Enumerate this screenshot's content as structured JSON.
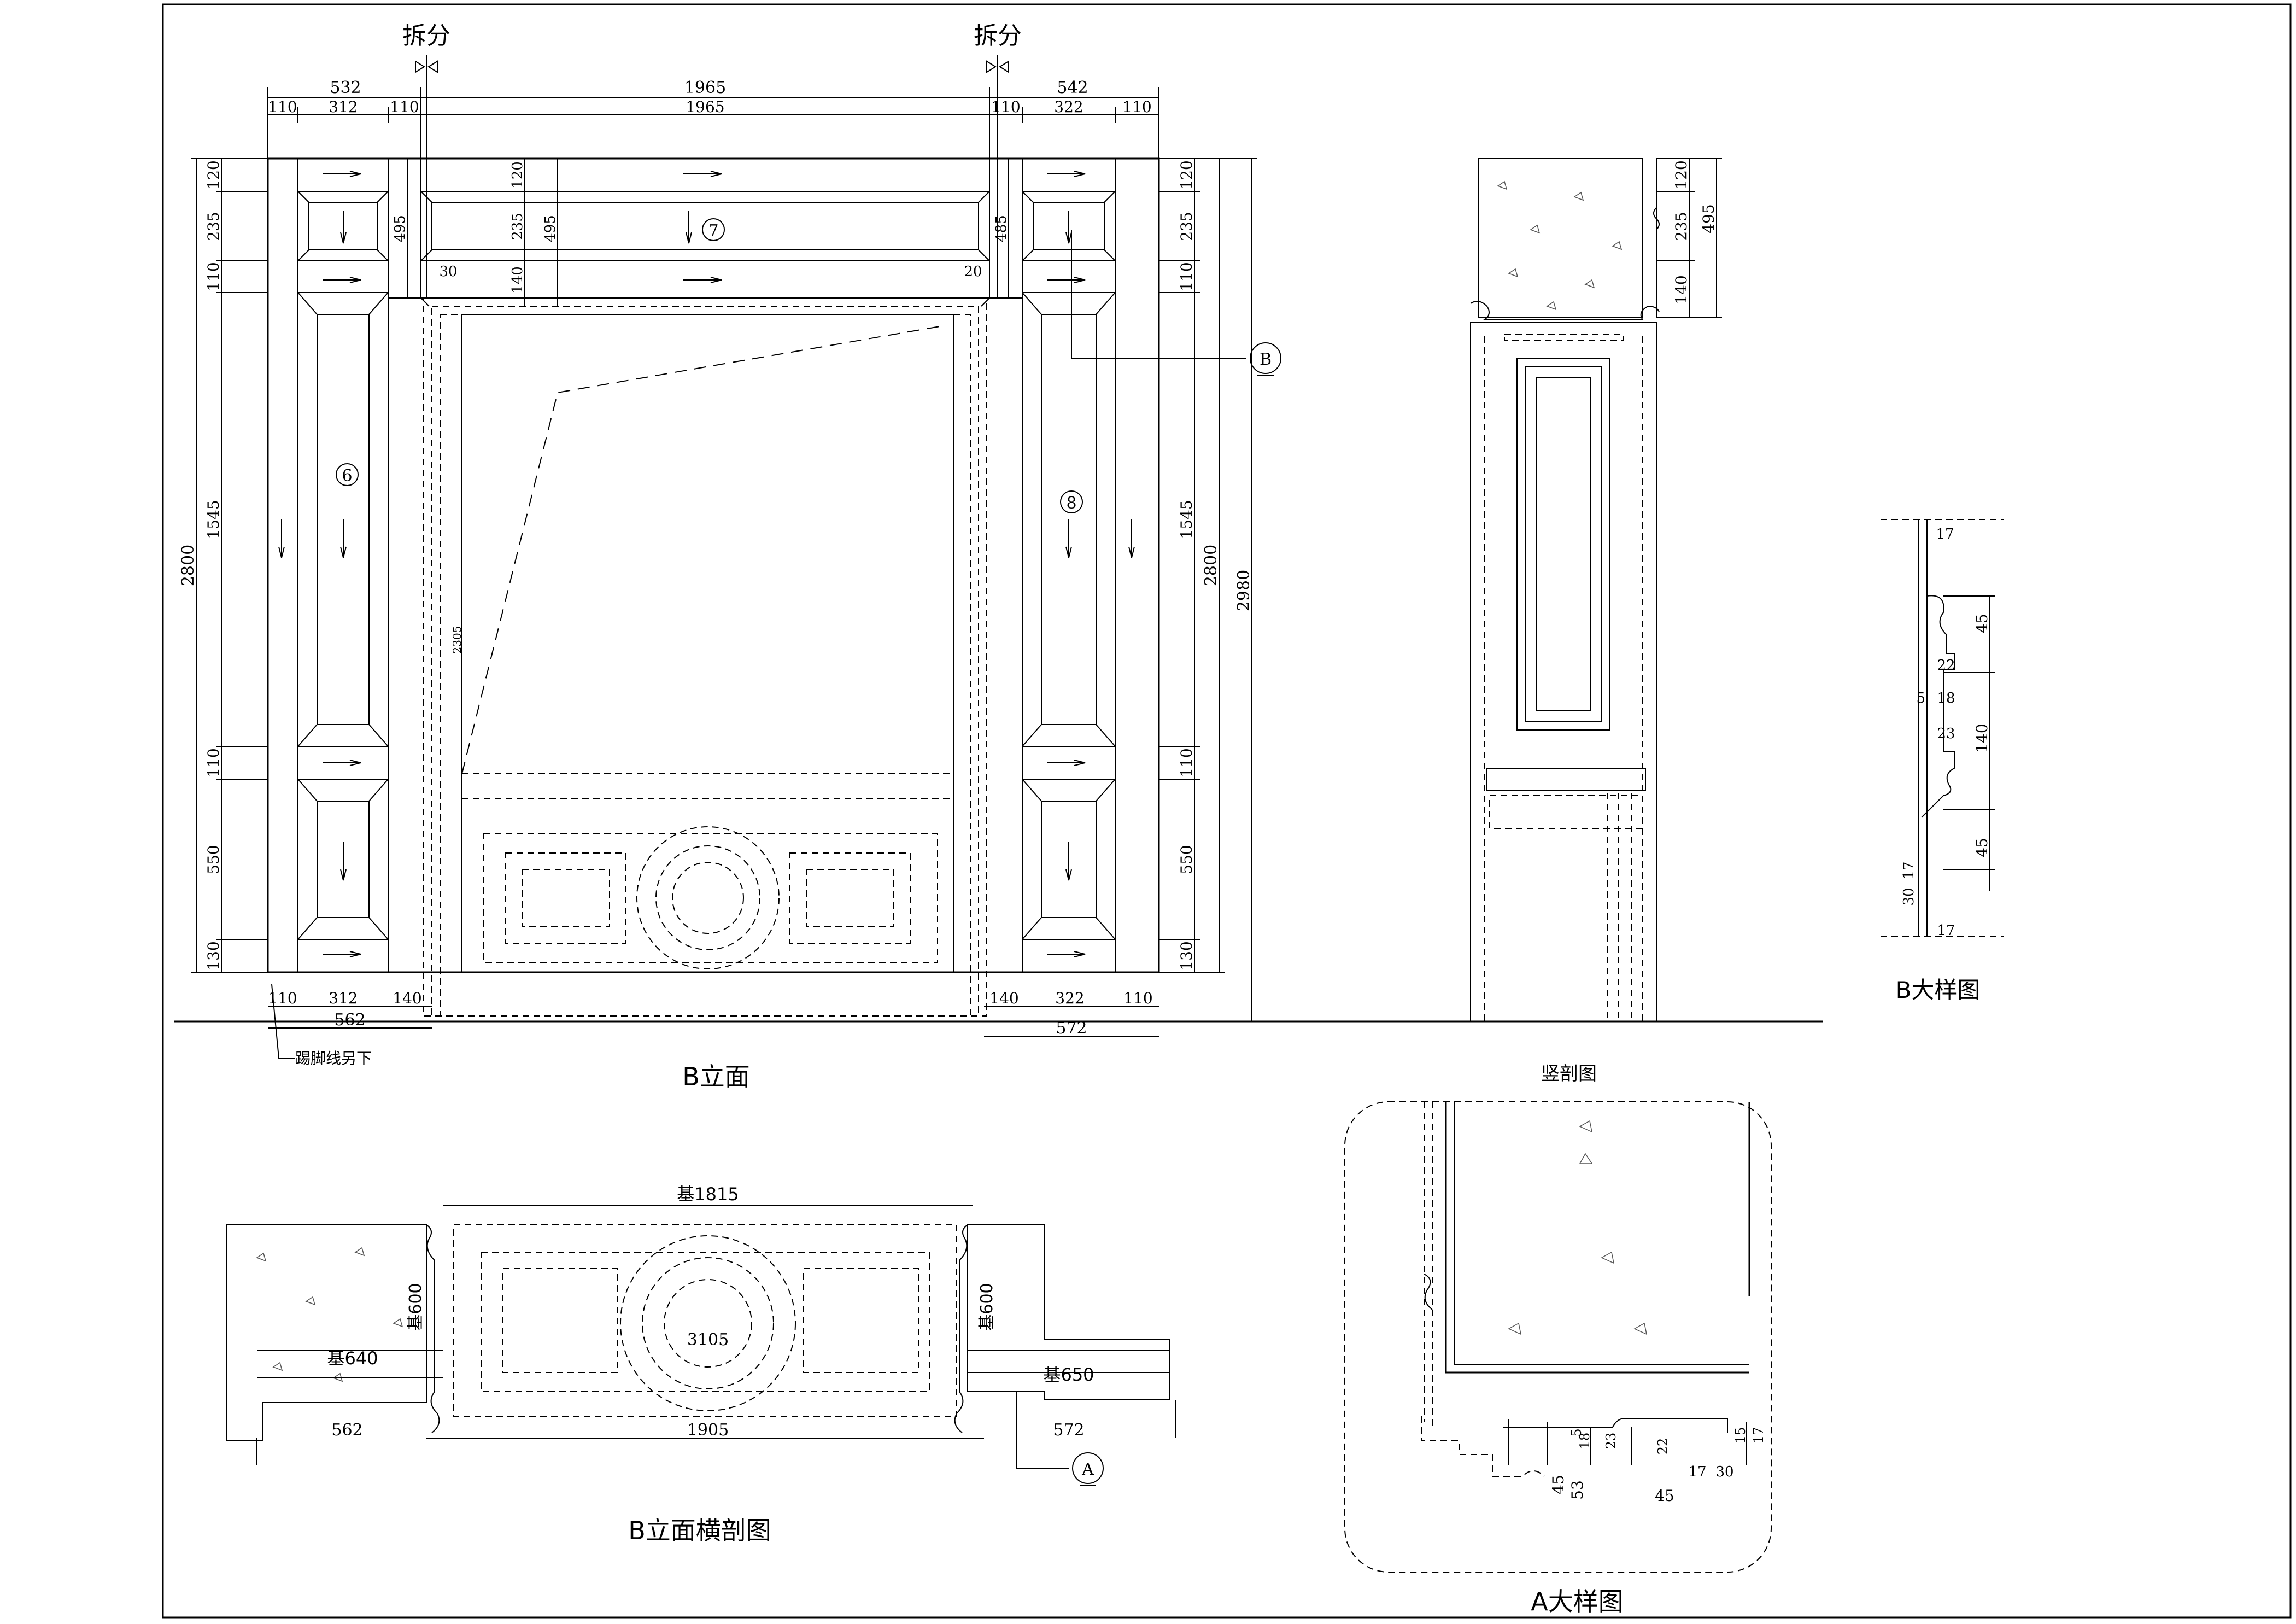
{
  "labels": {
    "split": "拆分",
    "elevation_b": "B立面",
    "cross_section_b": "B立面横剖图",
    "detail_b": "B大样图",
    "detail_a": "A大样图",
    "vertical_section": "竖剖图",
    "skirting_note": "踢脚线另下",
    "callout_b": "B",
    "callout_a": "A"
  },
  "markers": {
    "m6": "6",
    "m7": "7",
    "m8": "8"
  },
  "top_dims": {
    "left_total": "532",
    "center_total": "1965",
    "right_total": "542",
    "l110a": "110",
    "l312": "312",
    "l110b": "110",
    "c1965": "1965",
    "r110a": "110",
    "r322": "322",
    "r110b": "110"
  },
  "left_dims": {
    "d120": "120",
    "d235": "235",
    "d110a": "110",
    "d1545": "1545",
    "d110b": "110",
    "d550": "550",
    "d130": "130",
    "total": "2800"
  },
  "right_dims": {
    "d120": "120",
    "d235": "235",
    "d110a": "110",
    "d1545": "1545",
    "d110b": "110",
    "d550": "550",
    "d130": "130",
    "total": "2800",
    "overall": "2980"
  },
  "center_dims": {
    "d495a": "495",
    "d120": "120",
    "d235": "235",
    "d140": "140",
    "d495b": "495",
    "d485": "485",
    "d30": "30",
    "d20": "20",
    "d2305": "2305"
  },
  "bottom_dims": {
    "l110": "110",
    "l312": "312",
    "l140": "140",
    "l562": "562",
    "r140": "140",
    "r322": "322",
    "r110": "110",
    "r572": "572"
  },
  "side_dims": {
    "d120": "120",
    "d235": "235",
    "d140": "140",
    "d495": "495"
  },
  "detail_b_dims": {
    "d17a": "17",
    "d45a": "45",
    "d22": "22",
    "d5": "5",
    "d18": "18",
    "d23": "23",
    "d140": "140",
    "d45b": "45",
    "d30": "30",
    "d17b": "17",
    "d17c": "17"
  },
  "section_dims": {
    "base1815": "基1815",
    "base600l": "基600",
    "base600r": "基600",
    "base640": "基640",
    "base650": "基650",
    "d3105": "3105",
    "d562": "562",
    "d1905": "1905",
    "d572": "572"
  },
  "detail_a_dims": {
    "d5": "5",
    "d18": "18",
    "d23": "23",
    "d22": "22",
    "d17": "17",
    "d30": "30",
    "d45a": "45",
    "d53": "53",
    "d45b": "45",
    "d15": "15",
    "d17b": "17"
  }
}
